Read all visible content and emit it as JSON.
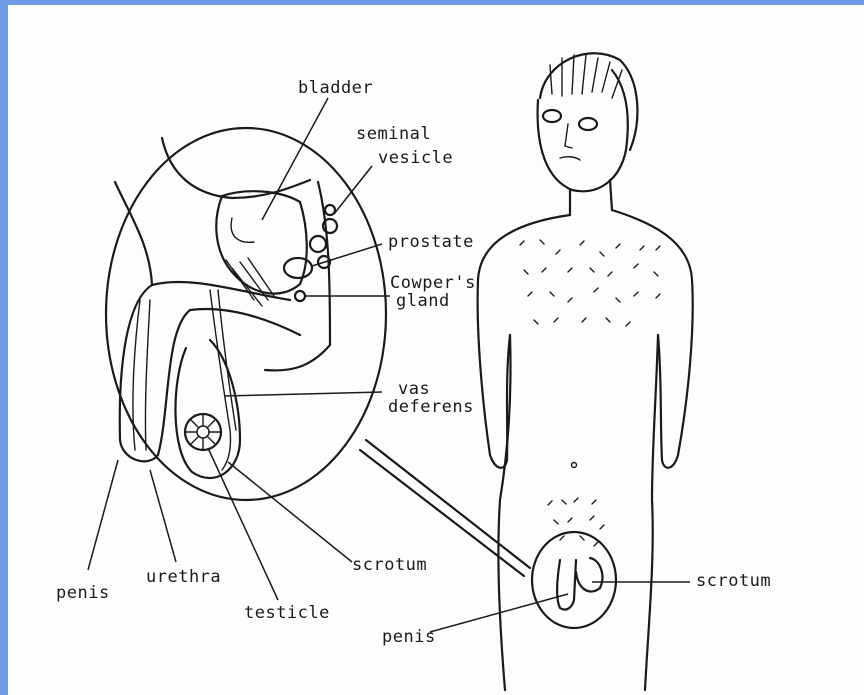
{
  "colors": {
    "frame": "#6f9ae6",
    "ink": "#1a1a1a",
    "paper": "#fdfdfd"
  },
  "labels": {
    "bladder": "bladder",
    "seminal_vesicle_line1": "seminal",
    "seminal_vesicle_line2": "vesicle",
    "prostate": "prostate",
    "cowpers_line1": "Cowper's",
    "cowpers_line2": "gland",
    "vas_line1": "vas",
    "vas_line2": "deferens",
    "scrotum_inset": "scrotum",
    "testicle": "testicle",
    "urethra": "urethra",
    "penis_inset": "penis",
    "penis_body": "penis",
    "scrotum_body": "scrotum"
  }
}
